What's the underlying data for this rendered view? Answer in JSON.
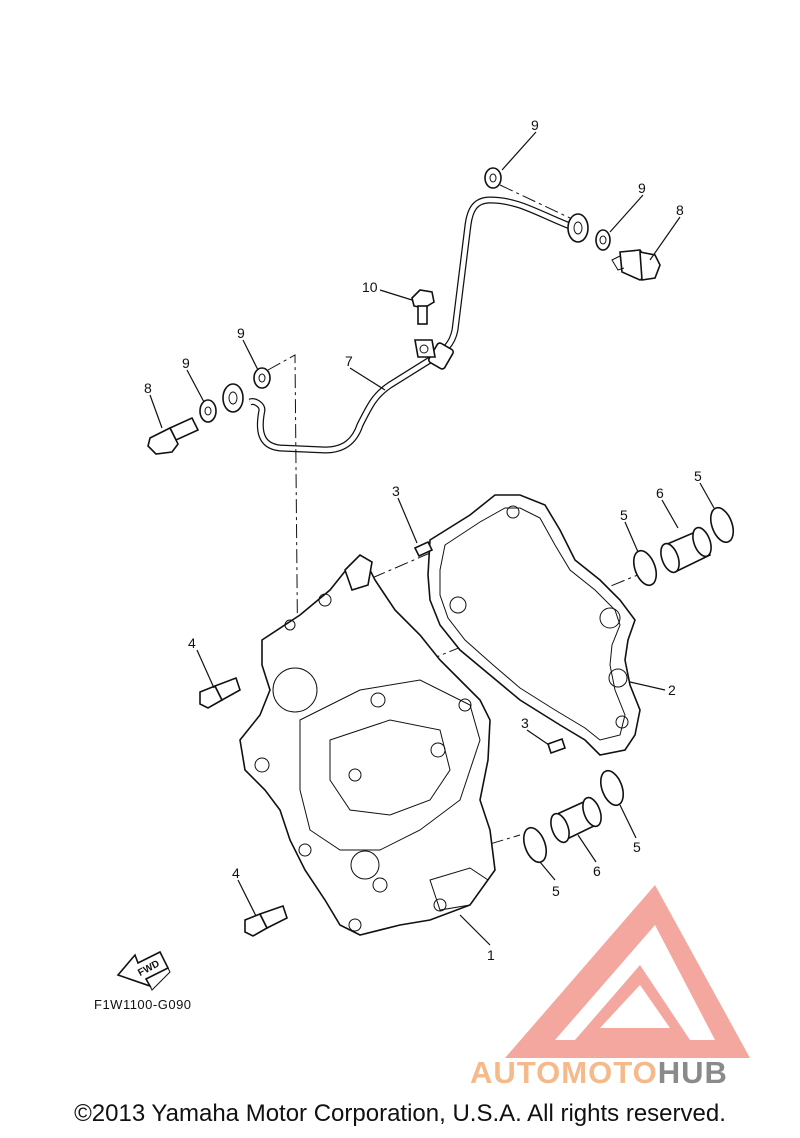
{
  "drawing_code": "F1W1100-G090",
  "copyright": "©2013 Yamaha Motor Corporation, U.S.A. All rights reserved.",
  "fwd_label": "FWD",
  "callouts": {
    "c1": "1",
    "c2": "2",
    "c3a": "3",
    "c3b": "3",
    "c4a": "4",
    "c4b": "4",
    "c5a": "5",
    "c5b": "5",
    "c5c": "5",
    "c5d": "5",
    "c6a": "6",
    "c6b": "6",
    "c7": "7",
    "c8a": "8",
    "c8b": "8",
    "c9a": "9",
    "c9b": "9",
    "c9c": "9",
    "c9d": "9",
    "c10": "10"
  },
  "watermark": {
    "part1": "AUTOMOTO",
    "part2": "HUB",
    "color_primary": "#f08a7e",
    "color_accent": "#f5c36a",
    "color_dark": "#8a8a8a"
  }
}
